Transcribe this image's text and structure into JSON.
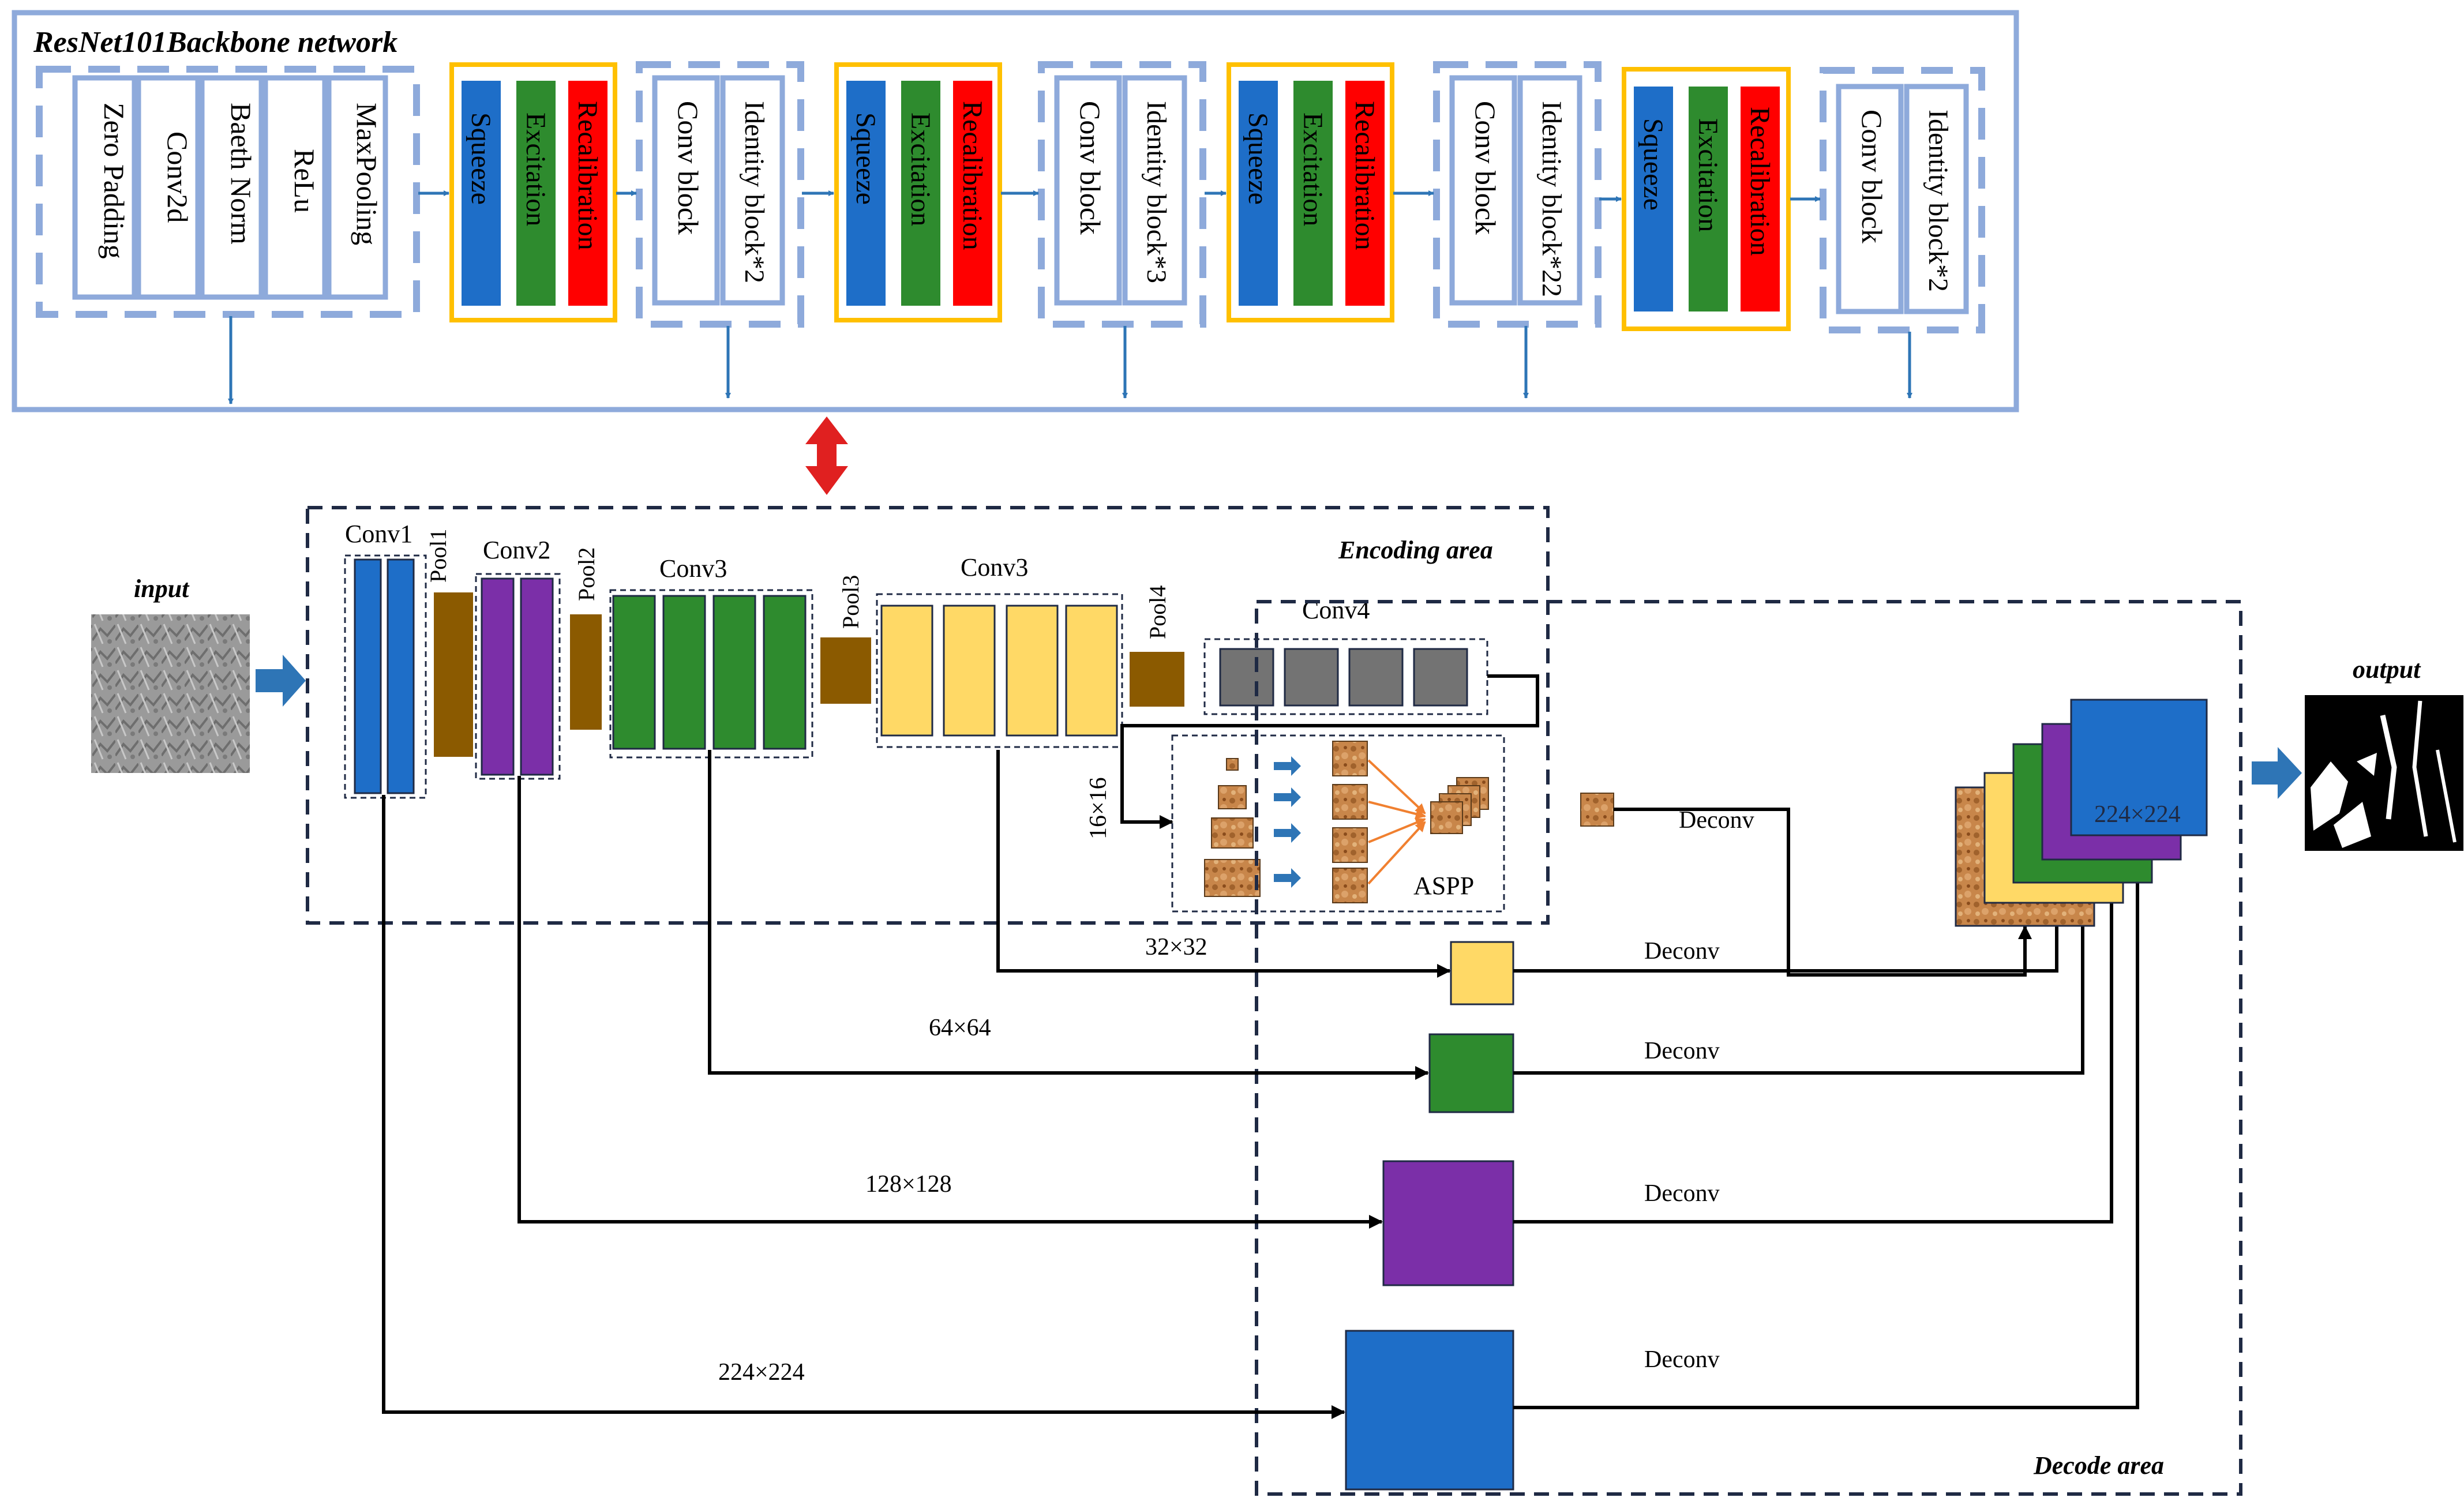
{
  "backbone": {
    "title": "ResNet101Backbone network",
    "stem_layers": [
      "Zero Padding",
      "Conv2d",
      "Baeth Norm",
      "ReLu",
      "MaxPooling"
    ],
    "se_labels": [
      "Squeeze",
      "Excitation",
      "Recalibration"
    ],
    "stages": [
      {
        "conv": "Conv block",
        "identity": "Identity block*2"
      },
      {
        "conv": "Conv block",
        "identity": "Identity block*3"
      },
      {
        "conv": "Conv block",
        "identity": "Identity block*22"
      },
      {
        "conv": "Conv block",
        "identity": "Identity block*2"
      }
    ]
  },
  "encoder": {
    "area_label": "Encoding area",
    "input_label": "input",
    "labels": {
      "conv1": "Conv1",
      "pool1": "Pool1",
      "conv2": "Conv2",
      "pool2": "Pool2",
      "conv3a": "Conv3",
      "pool3": "Pool3",
      "conv3b": "Conv3",
      "pool4": "Pool4",
      "conv4": "Conv4",
      "size16": "16×16",
      "aspp": "ASPP"
    }
  },
  "decoder": {
    "area_label": "Decode area",
    "output_label": "output",
    "deconv_label": "Deconv",
    "sizes": {
      "s32": "32×32",
      "s64": "64×64",
      "s128": "128×128",
      "s224": "224×224"
    },
    "stack_label": "224×224"
  },
  "colors": {
    "blue": "#1e6ec8",
    "green": "#2e8b2e",
    "red": "#ff0000",
    "purple": "#7b2fa8",
    "brown": "#8b5a00",
    "yellow": "#ffd966",
    "gray": "#737373",
    "frame_blue": "#8eaadb",
    "se_frame": "#ffc000",
    "arrow_blue": "#2e75b6",
    "bidir": "#e02020"
  }
}
